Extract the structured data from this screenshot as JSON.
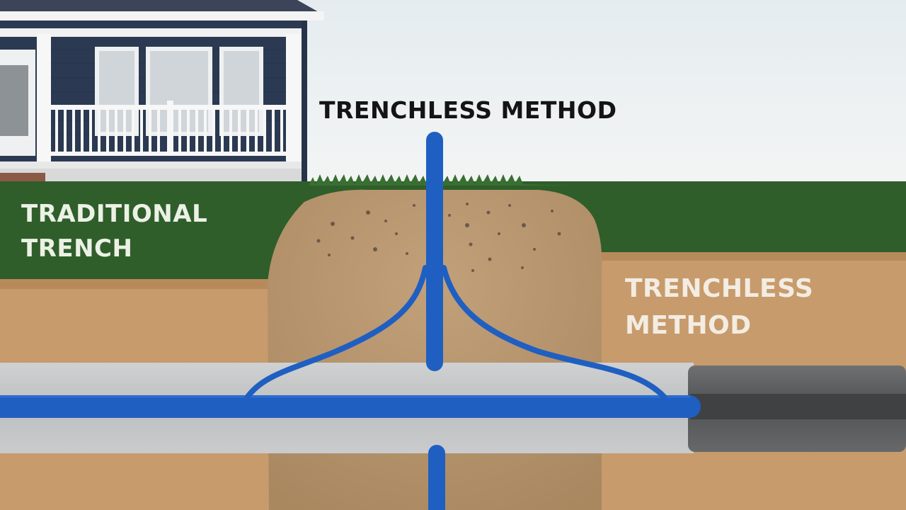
{
  "labels": {
    "title": "TRENCHLESS METHOD",
    "left": {
      "line1": "TRADITIONAL",
      "line2": "TRENCH"
    },
    "right": {
      "line1": "TRENCHLESS",
      "line2": "METHOD"
    }
  },
  "colors": {
    "sky": "#eef1f1",
    "grass": "#2f5e2a",
    "soil": "#c79b6c",
    "excavated_soil": "#b8946a",
    "old_pipe": "#c4c6c7",
    "new_pipe": "#5d5f61",
    "water_line": "#1f5fc2",
    "house_siding": "#2b3a52",
    "trim": "#ffffff"
  }
}
